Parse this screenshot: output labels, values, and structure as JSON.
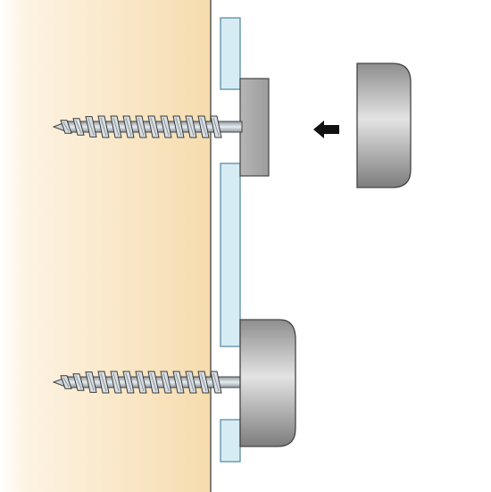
{
  "diagram": {
    "type": "mounting-illustration",
    "title": "",
    "components": [
      {
        "id": "wall",
        "label": ""
      },
      {
        "id": "panel",
        "label": ""
      },
      {
        "id": "spacer",
        "label": ""
      },
      {
        "id": "screw",
        "label": ""
      },
      {
        "id": "cap",
        "label": ""
      }
    ],
    "steps": [
      {
        "id": "before",
        "action": "cap-detached",
        "arrow": "left"
      },
      {
        "id": "after",
        "action": "cap-attached"
      }
    ]
  },
  "colors": {
    "wall": "#fbe9c8",
    "wall_shadow": "#f3d6a5",
    "panel": "#d6ecf4",
    "panel_edge": "#5b8ea3",
    "spacer": "#a9a9a9",
    "cap_light": "#dcdcdc",
    "cap_dark": "#8e8e8e",
    "screw": "#b7c1c8",
    "outline": "#333333",
    "arrow": "#111111"
  },
  "icons": [
    "left-arrow-icon"
  ]
}
